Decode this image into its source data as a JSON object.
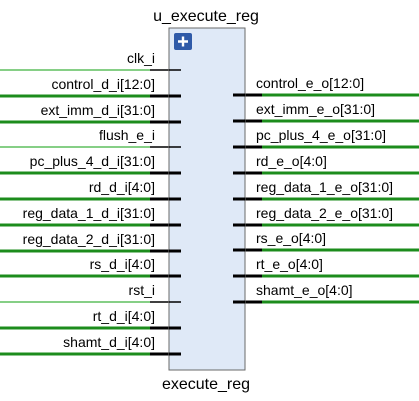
{
  "instance_name": "u_execute_reg",
  "module_name": "execute_reg",
  "expand_icon": "plus-icon",
  "colors": {
    "block_fill": "#dfe9f7",
    "block_border": "#6a6a6a",
    "bus_wire": "#1c8c1c",
    "signal_wire": "#5fbf5f",
    "pin_stub": "#000000",
    "icon_fill": "#2f5aa8"
  },
  "input_ports": [
    {
      "label": "clk_i",
      "bus": false
    },
    {
      "label": "control_d_i[12:0]",
      "bus": true
    },
    {
      "label": "ext_imm_d_i[31:0]",
      "bus": true
    },
    {
      "label": "flush_e_i",
      "bus": false
    },
    {
      "label": "pc_plus_4_d_i[31:0]",
      "bus": true
    },
    {
      "label": "rd_d_i[4:0]",
      "bus": true
    },
    {
      "label": "reg_data_1_d_i[31:0]",
      "bus": true
    },
    {
      "label": "reg_data_2_d_i[31:0]",
      "bus": true
    },
    {
      "label": "rs_d_i[4:0]",
      "bus": true
    },
    {
      "label": "rst_i",
      "bus": false
    },
    {
      "label": "rt_d_i[4:0]",
      "bus": true
    },
    {
      "label": "shamt_d_i[4:0]",
      "bus": true
    }
  ],
  "output_ports": [
    {
      "label": "control_e_o[12:0]",
      "bus": true
    },
    {
      "label": "ext_imm_e_o[31:0]",
      "bus": true
    },
    {
      "label": "pc_plus_4_e_o[31:0]",
      "bus": true
    },
    {
      "label": "rd_e_o[4:0]",
      "bus": true
    },
    {
      "label": "reg_data_1_e_o[31:0]",
      "bus": true
    },
    {
      "label": "reg_data_2_e_o[31:0]",
      "bus": true
    },
    {
      "label": "rs_e_o[4:0]",
      "bus": true
    },
    {
      "label": "rt_e_o[4:0]",
      "bus": true
    },
    {
      "label": "shamt_e_o[4:0]",
      "bus": true
    }
  ]
}
